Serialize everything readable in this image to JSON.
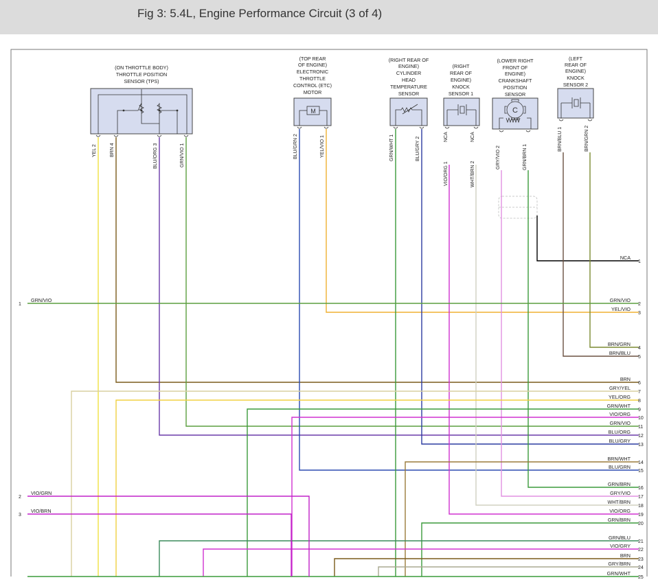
{
  "header": {
    "title": "Fig 3: 5.4L, Engine Performance Circuit (3 of 4)"
  },
  "components": {
    "tps": {
      "lines": [
        "(ON THROTTLE BODY)",
        "THROTTLE POSITION",
        "SENSOR (TPS)"
      ],
      "motor_glyph": ""
    },
    "etc": {
      "lines": [
        "(TOP REAR",
        "OF ENGINE)",
        "ELECTRONIC",
        "THROTTLE",
        "CONTROL (ETC)",
        "MOTOR"
      ],
      "motor_glyph": "M"
    },
    "chts": {
      "lines": [
        "(RIGHT REAR OF",
        "ENGINE)",
        "CYLINDER",
        "HEAD",
        "TEMPERATURE",
        "SENSOR"
      ]
    },
    "ks1": {
      "lines": [
        "(RIGHT",
        "REAR OF",
        "ENGINE)",
        "KNOCK",
        "SENSOR 1"
      ]
    },
    "ckp": {
      "lines": [
        "(LOWER RIGHT",
        "FRONT OF",
        "ENGINE)",
        "CRANKSHAFT",
        "POSITION",
        "SENSOR"
      ]
    },
    "ks2": {
      "lines": [
        "(LEFT",
        "REAR OF",
        "ENGINE)",
        "KNOCK",
        "SENSOR 2"
      ]
    }
  },
  "pins": {
    "tps_yel": "YEL  2",
    "tps_brn": "BRN  4",
    "tps_bluorg": "BLU/ORG  3",
    "tps_grnvio": "GRN/VIO  1",
    "etc_blugrn": "BLU/GRN  2",
    "etc_yelvio": "YEL/VIO  1",
    "chts_grnwht": "GRN/WHT  1",
    "chts_blugry": "BLU/GRY  2",
    "ks1_nca1": "NCA",
    "ks1_nca2": "NCA",
    "ks1_vioorg": "VIO/ORG  1",
    "ks1_whtbrn": "WHT/BRN  2",
    "ckp_gryvio": "GRY/VIO  2",
    "ckp_grnbrn": "GRN/BRN  1",
    "ks2_brnblu": "BRN/BLU  1",
    "ks2_brngrn": "BRN/GRN  2"
  },
  "left_wires": [
    {
      "num": "1",
      "label": "GRN/VIO",
      "color": "#5a9e3e"
    },
    {
      "num": "2",
      "label": "VIO/GRN",
      "color": "#c020c8"
    },
    {
      "num": "3",
      "label": "VIO/BRN",
      "color": "#c020c8"
    }
  ],
  "right_wires": [
    {
      "num": "1",
      "label": "NCA",
      "color": "#000000"
    },
    {
      "num": "2",
      "label": "GRN/VIO",
      "color": "#5a9e3e"
    },
    {
      "num": "3",
      "label": "YEL/VIO",
      "color": "#f0b030"
    },
    {
      "num": "4",
      "label": "BRN/GRN",
      "color": "#7a8a30"
    },
    {
      "num": "5",
      "label": "BRN/BLU",
      "color": "#6a5040"
    },
    {
      "num": "6",
      "label": "BRN",
      "color": "#7a5a1a"
    },
    {
      "num": "7",
      "label": "GRY/YEL",
      "color": "#d8d0a0"
    },
    {
      "num": "8",
      "label": "YEL/ORG",
      "color": "#f0d040"
    },
    {
      "num": "9",
      "label": "GRN/WHT",
      "color": "#3a9a3a"
    },
    {
      "num": "10",
      "label": "VIO/ORG",
      "color": "#d030d0"
    },
    {
      "num": "11",
      "label": "GRN/VIO",
      "color": "#5a9e3e"
    },
    {
      "num": "12",
      "label": "BLU/ORG",
      "color": "#3a3a9e"
    },
    {
      "num": "13",
      "label": "BLU/GRY",
      "color": "#3a3a9e"
    },
    {
      "num": "14",
      "label": "BRN/WHT",
      "color": "#9a7a3a"
    },
    {
      "num": "15",
      "label": "BLU/GRN",
      "color": "#2a4ab0"
    },
    {
      "num": "16",
      "label": "GRN/BRN",
      "color": "#3a9a3a"
    },
    {
      "num": "17",
      "label": "GRY/VIO",
      "color": "#e090e0"
    },
    {
      "num": "18",
      "label": "WHT/BRN",
      "color": "#d0d0c0"
    },
    {
      "num": "19",
      "label": "VIO/ORG",
      "color": "#d030d0"
    },
    {
      "num": "20",
      "label": "GRN/BRN",
      "color": "#3a9a3a"
    },
    {
      "num": "21",
      "label": "GRN/BLU",
      "color": "#3a8a5a"
    },
    {
      "num": "22",
      "label": "VIO/GRY",
      "color": "#d030d0"
    },
    {
      "num": "23",
      "label": "BRN",
      "color": "#7a5a1a"
    },
    {
      "num": "24",
      "label": "GRY/BRN",
      "color": "#a8a890"
    },
    {
      "num": "25",
      "label": "GRN/WHT",
      "color": "#3a9a3a"
    }
  ]
}
